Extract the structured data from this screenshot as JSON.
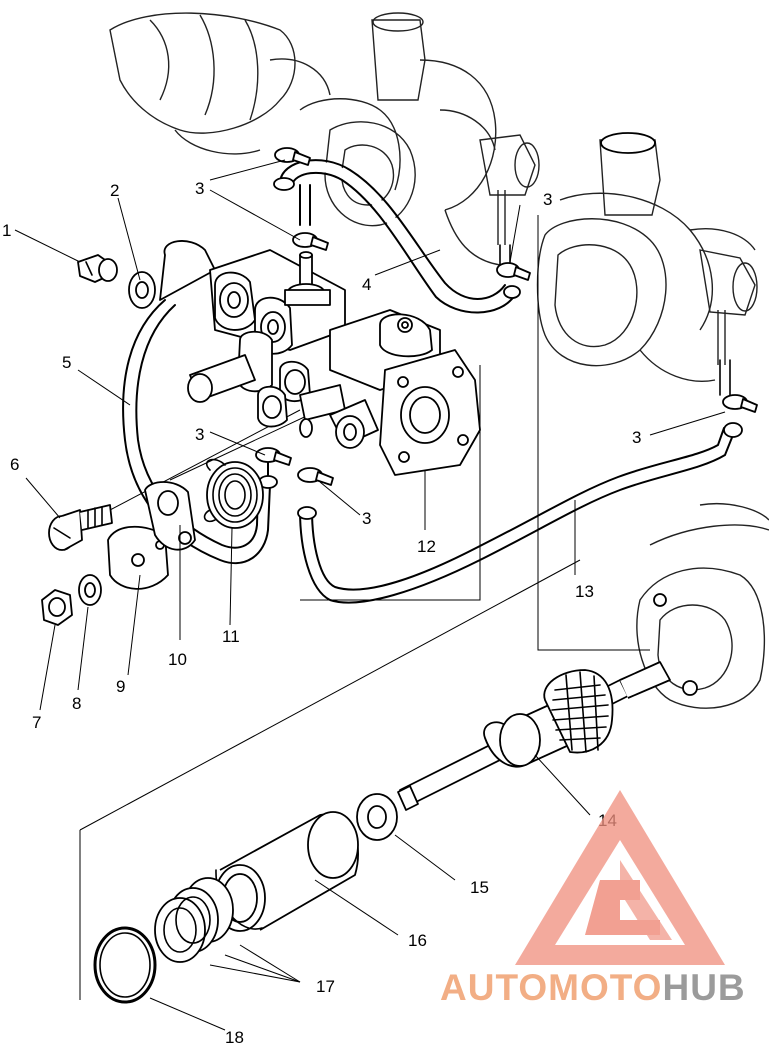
{
  "diagram": {
    "callouts": [
      {
        "id": "c1",
        "text": "1"
      },
      {
        "id": "c2",
        "text": "2"
      },
      {
        "id": "c3a",
        "text": "3"
      },
      {
        "id": "c3b",
        "text": "3"
      },
      {
        "id": "c3c",
        "text": "3"
      },
      {
        "id": "c3d",
        "text": "3"
      },
      {
        "id": "c3e",
        "text": "3"
      },
      {
        "id": "c4",
        "text": "4"
      },
      {
        "id": "c5",
        "text": "5"
      },
      {
        "id": "c6",
        "text": "6"
      },
      {
        "id": "c7",
        "text": "7"
      },
      {
        "id": "c8",
        "text": "8"
      },
      {
        "id": "c9",
        "text": "9"
      },
      {
        "id": "c10",
        "text": "10"
      },
      {
        "id": "c11",
        "text": "11"
      },
      {
        "id": "c12",
        "text": "12"
      },
      {
        "id": "c13",
        "text": "13"
      },
      {
        "id": "c14",
        "text": "14"
      },
      {
        "id": "c15",
        "text": "15"
      },
      {
        "id": "c16",
        "text": "16"
      },
      {
        "id": "c17",
        "text": "17"
      },
      {
        "id": "c18",
        "text": "18"
      }
    ]
  },
  "watermark": {
    "text_part1": "AUTOMOTO",
    "text_part2": "HUB",
    "color_primary": "#f0907f",
    "color_accent": "#f7c299",
    "color_secondary": "#8a8a8a"
  }
}
